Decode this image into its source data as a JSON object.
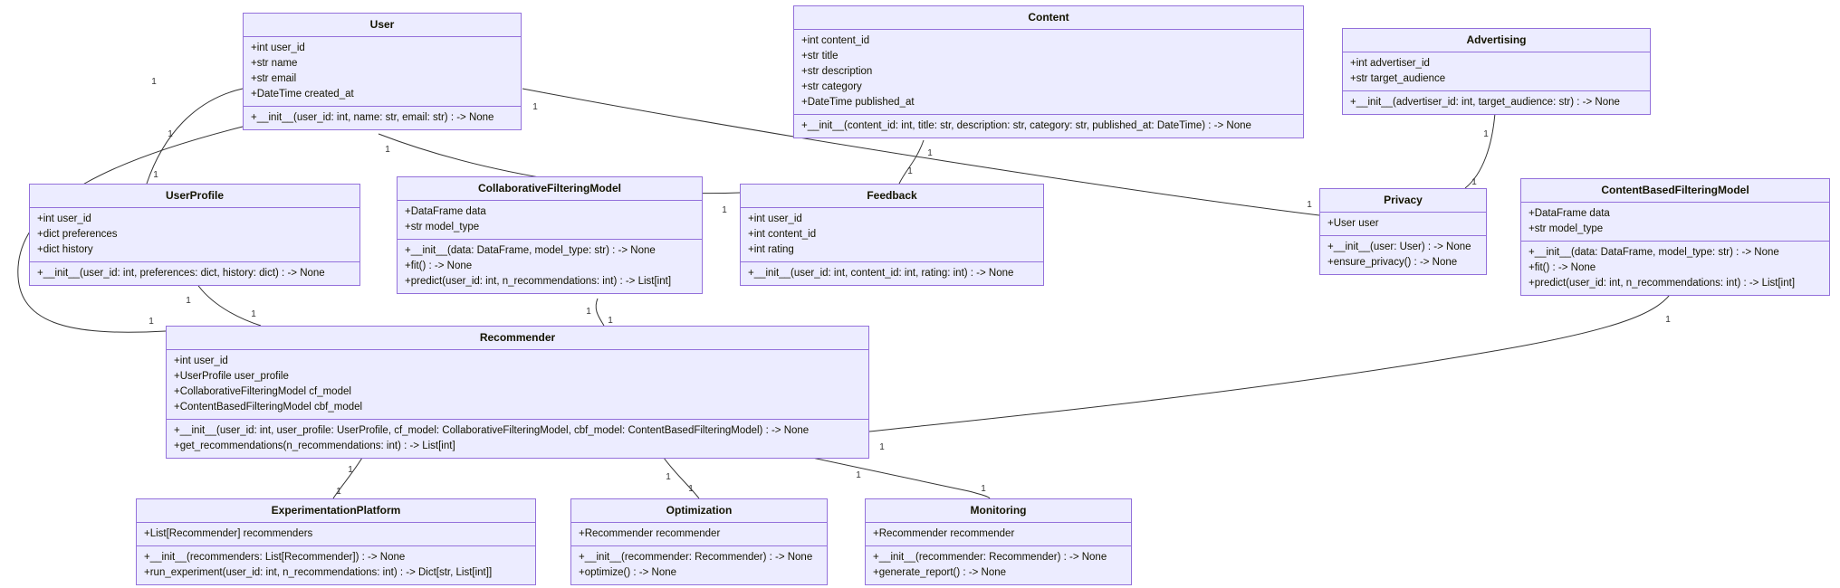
{
  "diagram": {
    "type": "uml-class-diagram",
    "colors": {
      "box_fill": "#ECECFF",
      "box_border": "#9370DB",
      "edge": "#333333",
      "background": "#ffffff",
      "text": "#131300"
    }
  },
  "classes": [
    {
      "name": "User",
      "attributes": [
        "+int user_id",
        "+str name",
        "+str email",
        "+DateTime created_at"
      ],
      "methods": [
        "+__init__(user_id: int, name: str, email: str) : -> None"
      ]
    },
    {
      "name": "Content",
      "attributes": [
        "+int content_id",
        "+str title",
        "+str description",
        "+str category",
        "+DateTime published_at"
      ],
      "methods": [
        "+__init__(content_id: int, title: str, description: str, category: str, published_at: DateTime) : -> None"
      ]
    },
    {
      "name": "Advertising",
      "attributes": [
        "+int advertiser_id",
        "+str target_audience"
      ],
      "methods": [
        "+__init__(advertiser_id: int, target_audience: str) : -> None"
      ]
    },
    {
      "name": "UserProfile",
      "attributes": [
        "+int user_id",
        "+dict preferences",
        "+dict history"
      ],
      "methods": [
        "+__init__(user_id: int, preferences: dict, history: dict) : -> None"
      ]
    },
    {
      "name": "CollaborativeFilteringModel",
      "attributes": [
        "+DataFrame data",
        "+str model_type"
      ],
      "methods": [
        "+__init__(data: DataFrame, model_type: str) : -> None",
        "+fit() : -> None",
        "+predict(user_id: int, n_recommendations: int) : -> List[int]"
      ]
    },
    {
      "name": "Feedback",
      "attributes": [
        "+int user_id",
        "+int content_id",
        "+int rating"
      ],
      "methods": [
        "+__init__(user_id: int, content_id: int, rating: int) : -> None"
      ]
    },
    {
      "name": "Privacy",
      "attributes": [
        "+User user"
      ],
      "methods": [
        "+__init__(user: User) : -> None",
        "+ensure_privacy() : -> None"
      ]
    },
    {
      "name": "ContentBasedFilteringModel",
      "attributes": [
        "+DataFrame data",
        "+str model_type"
      ],
      "methods": [
        "+__init__(data: DataFrame, model_type: str) : -> None",
        "+fit() : -> None",
        "+predict(user_id: int, n_recommendations: int) : -> List[int]"
      ]
    },
    {
      "name": "Recommender",
      "attributes": [
        "+int user_id",
        "+UserProfile user_profile",
        "+CollaborativeFilteringModel cf_model",
        "+ContentBasedFilteringModel cbf_model"
      ],
      "methods": [
        "+__init__(user_id: int, user_profile: UserProfile, cf_model: CollaborativeFilteringModel, cbf_model: ContentBasedFilteringModel) : -> None",
        "+get_recommendations(n_recommendations: int) : -> List[int]"
      ]
    },
    {
      "name": "ExperimentationPlatform",
      "attributes": [
        "+List[Recommender] recommenders"
      ],
      "methods": [
        "+__init__(recommenders: List[Recommender]) : -> None",
        "+run_experiment(user_id: int, n_recommendations: int) : -> Dict[str, List[int]]"
      ]
    },
    {
      "name": "Optimization",
      "attributes": [
        "+Recommender recommender"
      ],
      "methods": [
        "+__init__(recommender: Recommender) : -> None",
        "+optimize() : -> None"
      ]
    },
    {
      "name": "Monitoring",
      "attributes": [
        "+Recommender recommender"
      ],
      "methods": [
        "+__init__(recommender: Recommender) : -> None",
        "+generate_report() : -> None"
      ]
    }
  ],
  "relationships": [
    {
      "from": "User",
      "to": "UserProfile",
      "source_mult": "1",
      "target_mult": "1"
    },
    {
      "from": "User",
      "to": "Recommender",
      "source_mult": "1",
      "target_mult": "1"
    },
    {
      "from": "User",
      "to": "Feedback",
      "source_mult": "1",
      "target_mult": "1"
    },
    {
      "from": "User",
      "to": "Privacy",
      "source_mult": "1",
      "target_mult": "1"
    },
    {
      "from": "Content",
      "to": "Feedback",
      "source_mult": "1",
      "target_mult": "1"
    },
    {
      "from": "Advertising",
      "to": "Privacy",
      "source_mult": "1",
      "target_mult": "1"
    },
    {
      "from": "CollaborativeFilteringModel",
      "to": "Recommender",
      "source_mult": "1",
      "target_mult": "1"
    },
    {
      "from": "ContentBasedFilteringModel",
      "to": "Recommender",
      "source_mult": "1",
      "target_mult": "1"
    },
    {
      "from": "UserProfile",
      "to": "Recommender",
      "source_mult": "1",
      "target_mult": "1"
    },
    {
      "from": "Recommender",
      "to": "ExperimentationPlatform",
      "source_mult": "1",
      "target_mult": "1"
    },
    {
      "from": "Recommender",
      "to": "Optimization",
      "source_mult": "1",
      "target_mult": "1"
    },
    {
      "from": "Recommender",
      "to": "Monitoring",
      "source_mult": "1",
      "target_mult": "1"
    }
  ]
}
